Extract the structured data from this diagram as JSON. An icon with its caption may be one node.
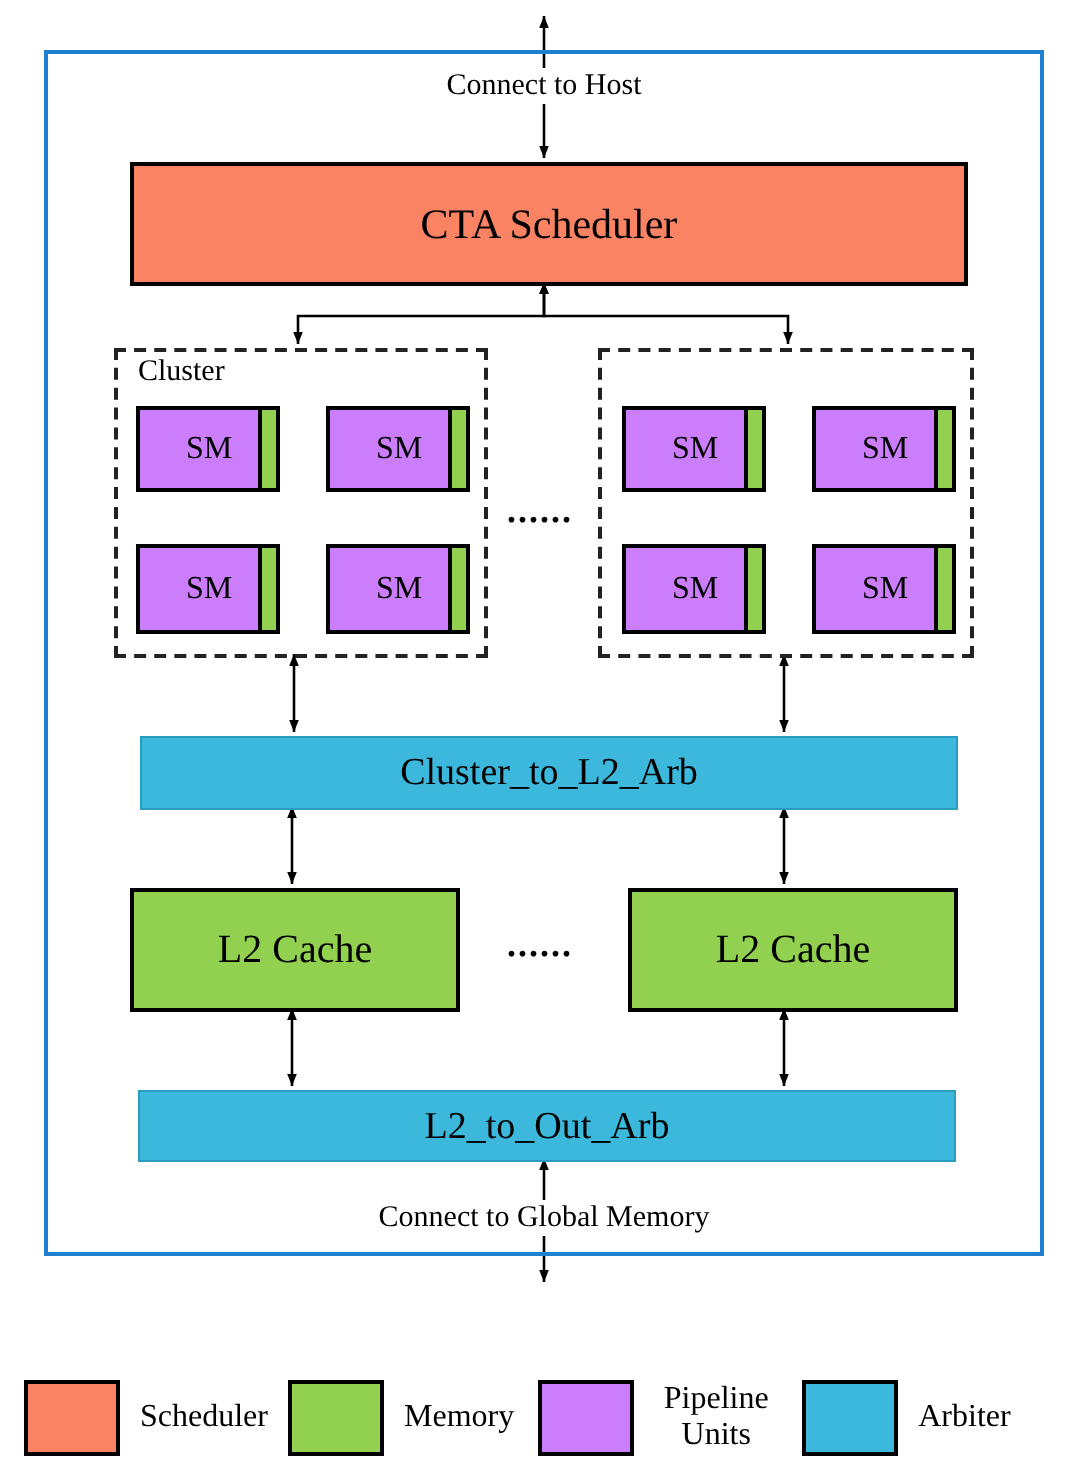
{
  "diagram": {
    "nodes": [
      {
        "text": [],
        "shape": "box"
      },
      {
        "text": [
          "CTA Scheduler"
        ],
        "in": 0
      },
      {
        "text": [
          "Cluster"
        ],
        "in": 0
      },
      {
        "text": [
          "SM"
        ],
        "in": 2
      },
      {
        "text": [
          "SM"
        ],
        "in": 2
      },
      {
        "text": [
          "SM"
        ],
        "in": 2
      },
      {
        "text": [
          "SM"
        ],
        "in": 2
      },
      {
        "text": [],
        "shape": "box",
        "in": 0
      },
      {
        "text": [
          "SM"
        ],
        "in": 7
      },
      {
        "text": [
          "SM"
        ],
        "in": 7
      },
      {
        "text": [
          "SM"
        ],
        "in": 7
      },
      {
        "text": [
          "SM"
        ],
        "in": 7
      },
      {
        "text": [
          "Cluster_to_L2_Arb"
        ],
        "in": 0
      },
      {
        "text": [
          "L2 Cache"
        ],
        "in": 0
      },
      {
        "text": [
          "L2 Cache"
        ],
        "in": 0
      },
      {
        "text": [
          "L2_to_Out_Arb"
        ],
        "in": 0
      }
    ],
    "edges": [
      {
        "from": null,
        "to": 1,
        "arrow": "both",
        "label": "Connect to Host"
      },
      {
        "from": 1,
        "to": 2,
        "arrow": "both"
      },
      {
        "from": 1,
        "to": 7,
        "arrow": "both"
      },
      {
        "from": 2,
        "to": 12,
        "arrow": "both"
      },
      {
        "from": 7,
        "to": 12,
        "arrow": "both"
      },
      {
        "from": 12,
        "to": 13,
        "arrow": "both"
      },
      {
        "from": 12,
        "to": 14,
        "arrow": "both"
      },
      {
        "from": 13,
        "to": 15,
        "arrow": "both"
      },
      {
        "from": 14,
        "to": 15,
        "arrow": "both"
      },
      {
        "from": 15,
        "to": null,
        "arrow": "both",
        "label": "Connect to Global Memory"
      }
    ],
    "labels": [
      "......",
      "......"
    ],
    "legend": [
      {
        "text": "Scheduler",
        "color": "#fa8363"
      },
      {
        "text": "Memory",
        "color": "#92d050"
      },
      {
        "text": "Pipeline Units",
        "color": "#cc7dfc"
      },
      {
        "text": "Arbiter",
        "color": "#3bb8dc"
      }
    ]
  }
}
